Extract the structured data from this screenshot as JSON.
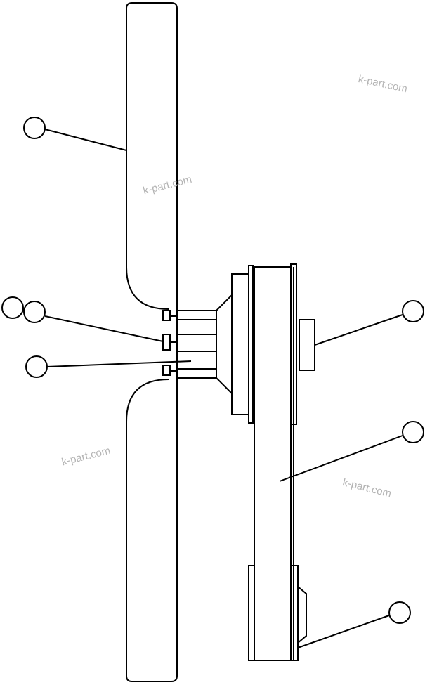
{
  "watermarks": [
    "k-part.com",
    "k-part.com",
    "k-part.com",
    "k-part.com"
  ],
  "callouts_count_note": "",
  "line_color": "#000000",
  "watermark_color": "#b4b4b4"
}
